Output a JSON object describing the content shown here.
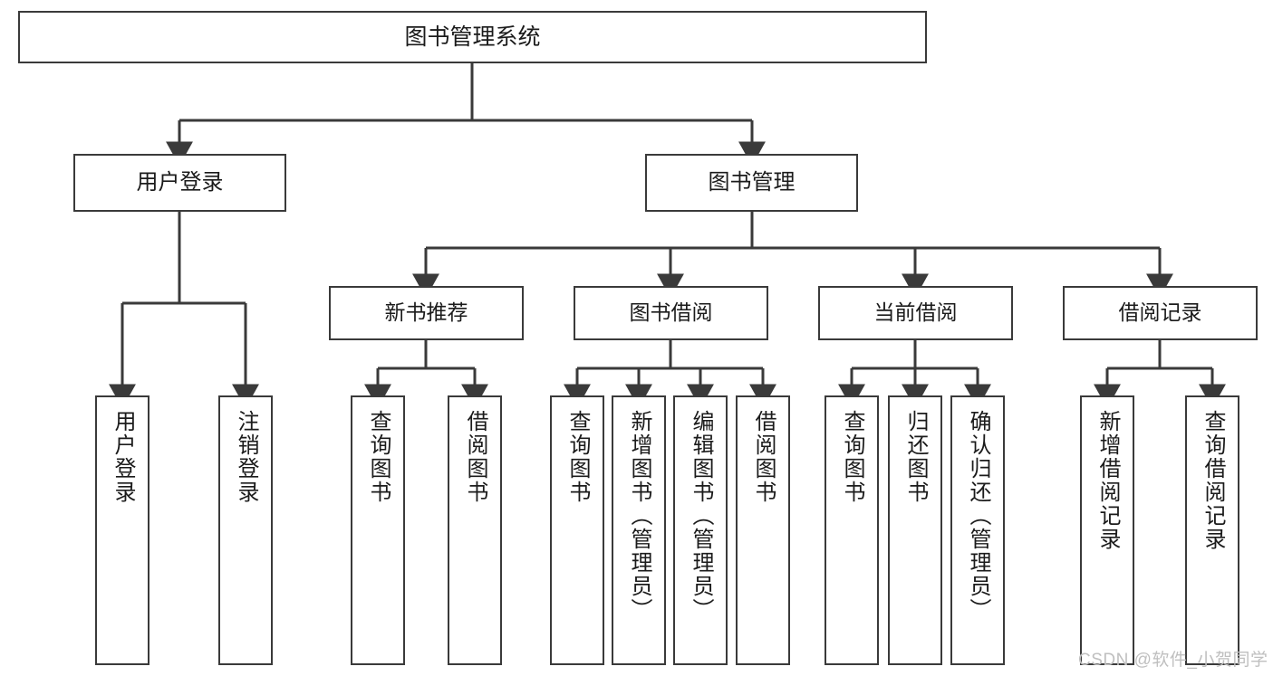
{
  "diagram": {
    "type": "hierarchy-tree",
    "title": "图书管理系统",
    "levels": 4,
    "root": {
      "label": "图书管理系统"
    },
    "level2": [
      {
        "label": "用户登录"
      },
      {
        "label": "图书管理"
      }
    ],
    "level3": [
      {
        "label": "新书推荐"
      },
      {
        "label": "图书借阅"
      },
      {
        "label": "当前借阅"
      },
      {
        "label": "借阅记录"
      }
    ],
    "leaves": {
      "user_login": [
        {
          "label": "用户登录"
        },
        {
          "label": "注销登录"
        }
      ],
      "new_book_recommend": [
        {
          "label": "查询图书"
        },
        {
          "label": "借阅图书"
        }
      ],
      "book_borrow": [
        {
          "label": "查询图书"
        },
        {
          "label": "新增图书（管理员）"
        },
        {
          "label": "编辑图书（管理员）"
        },
        {
          "label": "借阅图书"
        }
      ],
      "current_borrow": [
        {
          "label": "查询图书"
        },
        {
          "label": "归还图书"
        },
        {
          "label": "确认归还（管理员）"
        }
      ],
      "borrow_record": [
        {
          "label": "新增借阅记录"
        },
        {
          "label": "查询借阅记录"
        }
      ]
    }
  },
  "watermark": {
    "text": "CSDN @软件_小贺同学"
  },
  "colors": {
    "background": "#ffffff",
    "node_fill": "#ffffff",
    "node_stroke": "#3a3a3a",
    "text": "#1b1b1b",
    "connector": "#3a3a3a",
    "watermark": "#bfbfbf"
  }
}
